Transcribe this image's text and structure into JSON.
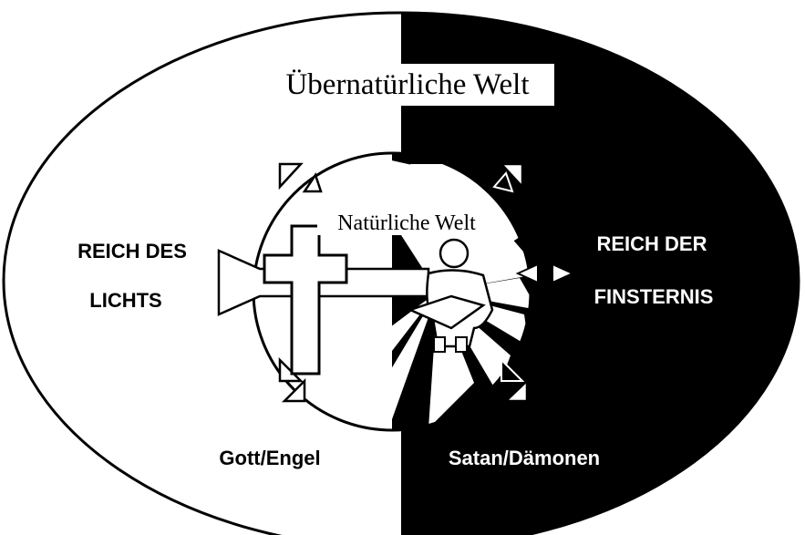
{
  "title": "Übernatürliche Welt",
  "inner_title": "Natürliche Welt",
  "light_kingdom": {
    "line1": "REICH DES",
    "line2": "LICHTS",
    "beings": "Gott/Engel"
  },
  "dark_kingdom": {
    "line1": "REICH DER",
    "line2": "FINSTERNIS",
    "beings": "Satan/Dämonen"
  },
  "colors": {
    "light": "#ffffff",
    "dark": "#000000",
    "ink": "#000000"
  },
  "icons": [
    "cross-icon",
    "person-icon",
    "arrow-icon",
    "triangle-icon",
    "sunburst-icon"
  ]
}
